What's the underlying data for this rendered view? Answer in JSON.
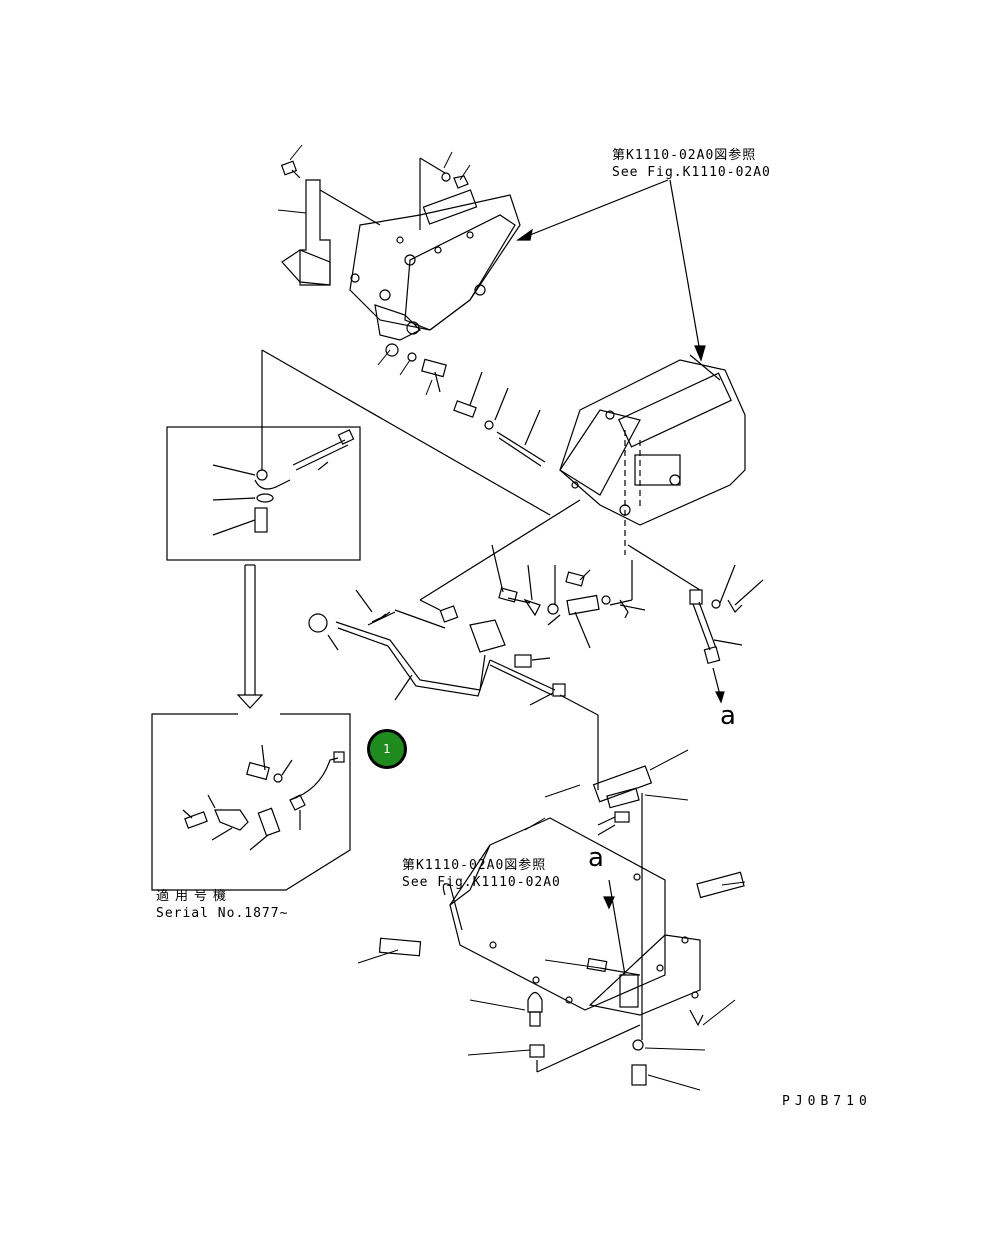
{
  "refs": {
    "top_jp": "第K1110-02A0図参照",
    "top_en": "See Fig.K1110-02A0",
    "bottom_jp": "第K1110-02A0図参照",
    "bottom_en": "See Fig.K1110-02A0"
  },
  "serial": {
    "jp": "適用号機",
    "en": "Serial No.1877~"
  },
  "letters": {
    "a1": "a",
    "a2": "a"
  },
  "figure_code": "PJ0B710",
  "marker": {
    "label": "1",
    "color": "#1f8b1f"
  }
}
